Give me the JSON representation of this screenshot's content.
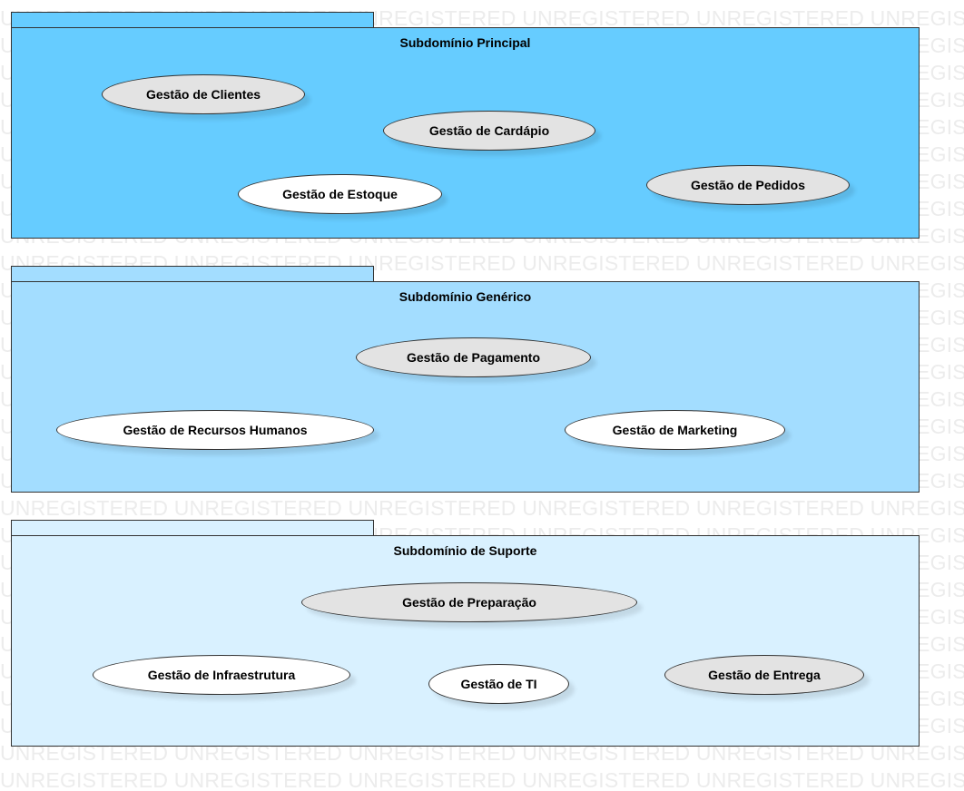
{
  "watermark": {
    "text": "UNREGISTERED UNREGISTERED UNREGISTERED UNREGISTERED UNREGISTERED UNREGISTERED",
    "color": "#ececec"
  },
  "packages": [
    {
      "title": "Subdomínio Principal",
      "color": "#66ccff",
      "use_cases": [
        {
          "label": "Gestão de Clientes",
          "fill": "grey"
        },
        {
          "label": "Gestão de Cardápio",
          "fill": "grey"
        },
        {
          "label": "Gestão de Estoque",
          "fill": "white"
        },
        {
          "label": "Gestão de Pedidos",
          "fill": "grey"
        }
      ]
    },
    {
      "title": "Subdomínio Genérico",
      "color": "#a3ddff",
      "use_cases": [
        {
          "label": "Gestão de Pagamento",
          "fill": "grey"
        },
        {
          "label": "Gestão de Recursos Humanos",
          "fill": "white"
        },
        {
          "label": "Gestão de Marketing",
          "fill": "white"
        }
      ]
    },
    {
      "title": "Subdomínio de Suporte",
      "color": "#d9f1ff",
      "use_cases": [
        {
          "label": "Gestão de Preparação",
          "fill": "grey"
        },
        {
          "label": "Gestão de Infraestrutura",
          "fill": "white"
        },
        {
          "label": "Gestão de TI",
          "fill": "white"
        },
        {
          "label": "Gestão de Entrega",
          "fill": "grey"
        }
      ]
    }
  ]
}
